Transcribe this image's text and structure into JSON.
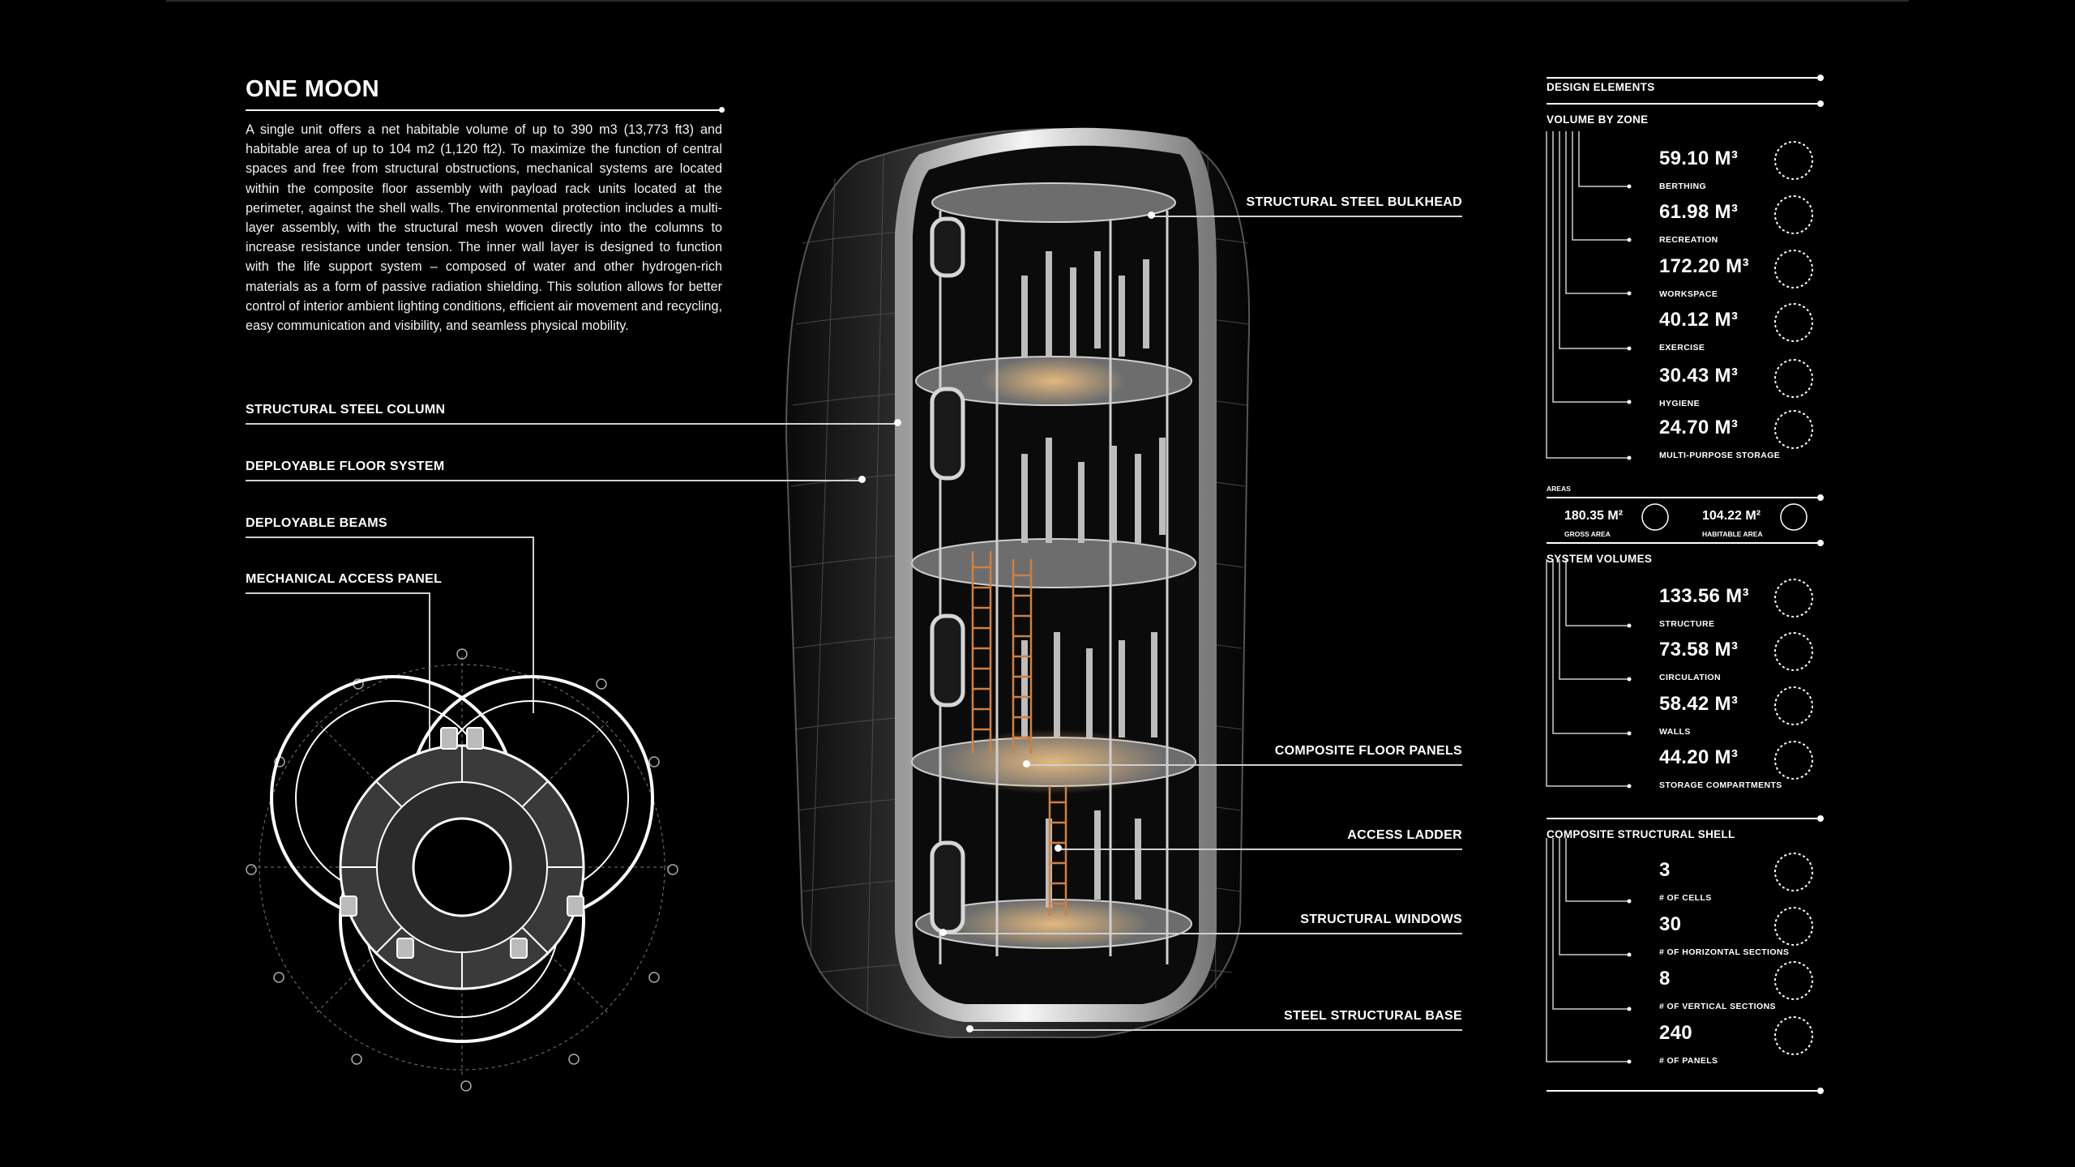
{
  "title": "ONE MOON",
  "description": "A single unit offers a net habitable volume of up to 390 m3 (13,773 ft3) and habitable area of up to 104 m2 (1,120 ft2). To maximize the function of central spaces and free from structural obstructions, mechanical systems are located within the composite floor assembly with payload rack units located at the perimeter, against the shell walls. The environmental protection includes a multi-layer assembly, with the structural mesh woven directly into the columns to increase resistance under tension. The inner wall layer is designed to function with the life support system – composed of water and other hydrogen-rich materials as a form of passive radiation shielding. This solution allows for better control of interior ambient lighting conditions, efficient air movement and recycling, easy communication and visibility, and seamless physical mobility.",
  "labels_left": {
    "column": "STRUCTURAL STEEL COLUMN",
    "floor_system": "DEPLOYABLE FLOOR SYSTEM",
    "beams": "DEPLOYABLE BEAMS",
    "access_panel": "MECHANICAL ACCESS PANEL"
  },
  "labels_right": {
    "bulkhead": "STRUCTURAL STEEL BULKHEAD",
    "floor_panels": "COMPOSITE FLOOR PANELS",
    "ladder": "ACCESS LADDER",
    "windows": "STRUCTURAL WINDOWS",
    "base": "STEEL STRUCTURAL BASE"
  },
  "panel": {
    "design_elements": "DESIGN ELEMENTS",
    "volume_by_zone": {
      "heading": "VOLUME BY ZONE",
      "items": [
        {
          "value": "59.10 M³",
          "label": "BERTHING"
        },
        {
          "value": "61.98 M³",
          "label": "RECREATION"
        },
        {
          "value": "172.20 M³",
          "label": "WORKSPACE"
        },
        {
          "value": "40.12 M³",
          "label": "EXERCISE"
        },
        {
          "value": "30.43 M³",
          "label": "HYGIENE"
        },
        {
          "value": "24.70 M³",
          "label": "MULTI-PURPOSE STORAGE"
        }
      ]
    },
    "areas": {
      "heading": "AREAS",
      "items": [
        {
          "value": "180.35 M²",
          "label": "GROSS AREA"
        },
        {
          "value": "104.22 M²",
          "label": "HABITABLE AREA"
        }
      ]
    },
    "system_volumes": {
      "heading": "SYSTEM VOLUMES",
      "items": [
        {
          "value": "133.56 M³",
          "label": "STRUCTURE"
        },
        {
          "value": "73.58 M³",
          "label": "CIRCULATION"
        },
        {
          "value": "58.42 M³",
          "label": "WALLS"
        },
        {
          "value": "44.20 M³",
          "label": "STORAGE COMPARTMENTS"
        }
      ]
    },
    "composite_shell": {
      "heading": "COMPOSITE STRUCTURAL SHELL",
      "items": [
        {
          "value": "3",
          "label": "# OF CELLS"
        },
        {
          "value": "30",
          "label": "# OF HORIZONTAL SECTIONS"
        },
        {
          "value": "8",
          "label": "# OF VERTICAL SECTIONS"
        },
        {
          "value": "240",
          "label": "# OF PANELS"
        }
      ]
    }
  }
}
